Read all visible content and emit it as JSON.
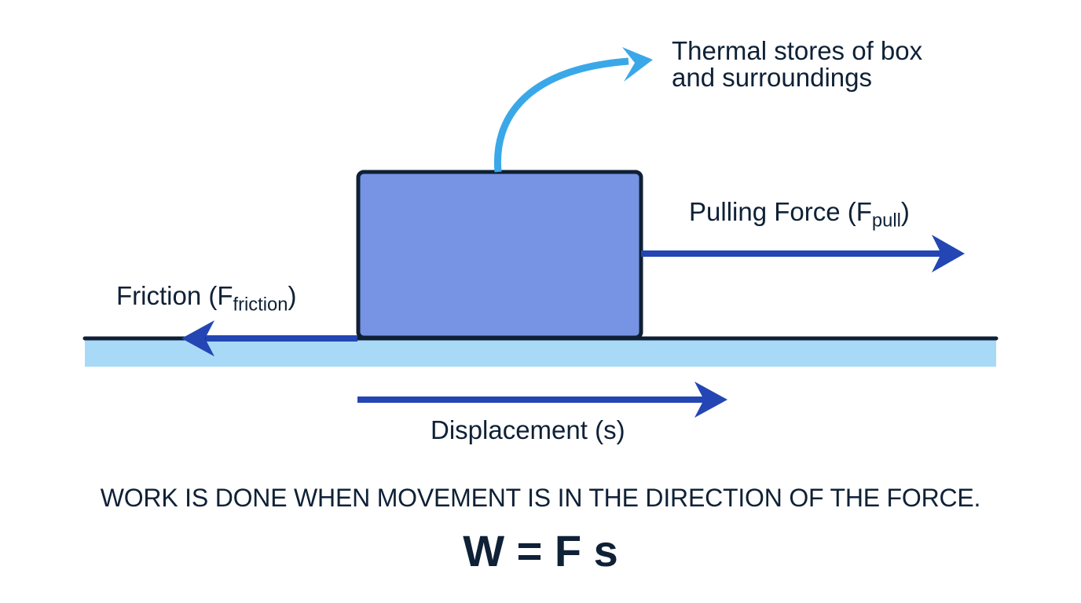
{
  "colors": {
    "text": "#0f2136",
    "box_fill": "#7694e3",
    "box_outline": "#0f1f36",
    "force_arrow": "#2346b4",
    "thermal_arrow": "#3aa8e8",
    "ground_line": "#0f1f36",
    "ground_surface": "#a8daf7"
  },
  "labels": {
    "thermal_line1": "Thermal stores of box",
    "thermal_line2": "and surroundings",
    "pull_main": "Pulling Force (F",
    "pull_sub": "pull",
    "pull_close": ")",
    "friction_main": "Friction (F",
    "friction_sub": "friction",
    "friction_close": ")",
    "displacement": "Displacement (s)"
  },
  "statement": "WORK IS DONE WHEN MOVEMENT IS IN THE DIRECTION OF THE FORCE.",
  "equation": "W = F s"
}
